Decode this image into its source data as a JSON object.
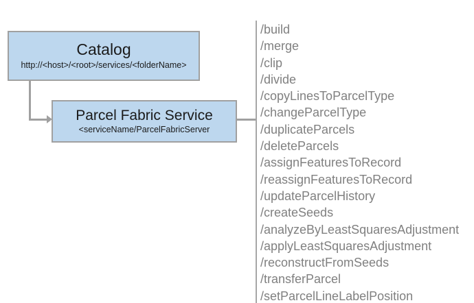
{
  "diagram": {
    "nodes": [
      {
        "name": "catalog",
        "title": "Catalog",
        "subtitle": "http://<host>/<root>/services/<folderName>"
      },
      {
        "name": "parcel-fabric-service",
        "title": "Parcel Fabric Service",
        "subtitle": "<serviceName/ParcelFabricServer"
      }
    ],
    "endpoints": [
      "/build",
      "/merge",
      "/clip",
      "/divide",
      "/copyLinesToParcelType",
      "/changeParcelType",
      "/duplicateParcels",
      "/deleteParcels",
      "/assignFeaturesToRecord",
      "/reassignFeaturesToRecord",
      "/updateParcelHistory",
      "/createSeeds",
      "/analyzeByLeastSquaresAdjustment",
      "/applyLeastSquaresAdjustment",
      "/reconstructFromSeeds",
      "/transferParcel",
      "/setParcelLineLabelPosition"
    ],
    "colors": {
      "node_fill": "#bdd7ee",
      "node_border": "#a0a0a0",
      "connector": "#a0a0a0",
      "divider": "#a6a6a6",
      "endpoint_text": "#808080",
      "node_text": "#1a1a1a",
      "background": "#ffffff"
    }
  }
}
